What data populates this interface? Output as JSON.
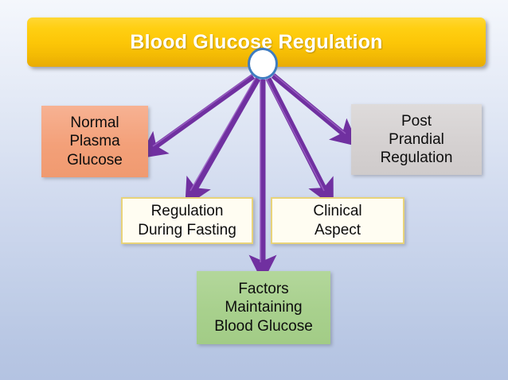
{
  "slide": {
    "title": "Blood Glucose Regulation",
    "background_top_color": "#f4f7fc",
    "background_bottom_color": "#b4c3e2"
  },
  "header": {
    "banner_label": "Blood Glucose Regulation",
    "banner_fill_color": "#ffcf12",
    "banner_text_color": "#ffffff"
  },
  "hub": {
    "name": "central-hub",
    "fill_color": "#ffffff",
    "ring_color": "#3f7cc0"
  },
  "connectors": {
    "color": "#7030a0",
    "highlight_color": "#9c62c4",
    "count": 5,
    "style": "straight-arrow"
  },
  "nodes": [
    {
      "id": "normal-plasma-glucose",
      "lines": [
        "Normal",
        "Plasma",
        "Glucose"
      ],
      "fill_color": "#f3a079",
      "text_color": "#0d0d0d"
    },
    {
      "id": "post-prandial-regulation",
      "lines": [
        "Post",
        "Prandial",
        "Regulation"
      ],
      "fill_color": "#d5d1d1",
      "text_color": "#0d0d0d"
    },
    {
      "id": "regulation-during-fasting",
      "lines": [
        "Regulation",
        "During Fasting"
      ],
      "fill_color": "#fffdf2",
      "border_color": "#e8d37a",
      "text_color": "#0d0d0d"
    },
    {
      "id": "clinical-aspect",
      "lines": [
        "Clinical",
        "Aspect"
      ],
      "fill_color": "#fffdf2",
      "border_color": "#e8d37a",
      "text_color": "#0d0d0d"
    },
    {
      "id": "factors-maintaining-blood-glucose",
      "lines": [
        "Factors",
        "Maintaining",
        "Blood Glucose"
      ],
      "fill_color": "#a8d08d",
      "text_color": "#0d0d0d"
    }
  ]
}
